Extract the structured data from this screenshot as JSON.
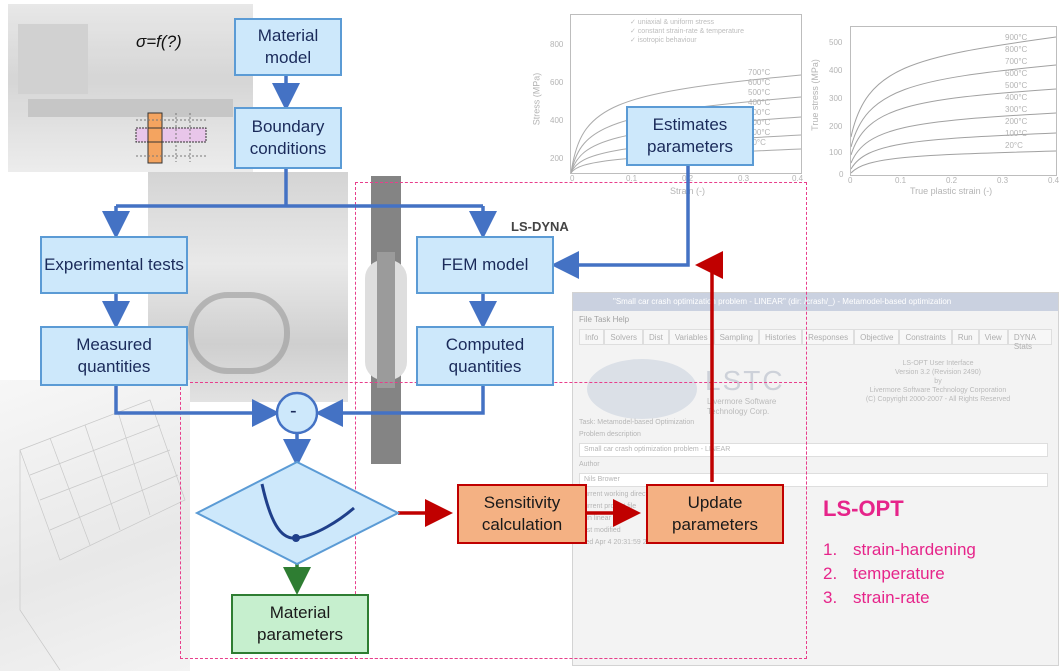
{
  "boxes": {
    "material_model": "Material model",
    "boundary_conditions": "Boundary conditions",
    "experimental_tests": "Experimental tests",
    "measured_quantities": "Measured quantities",
    "fem_model": "FEM model",
    "computed_quantities": "Computed quantities",
    "estimates_parameters": "Estimates parameters",
    "sensitivity_calculation": "Sensitivity calculation",
    "update_parameters": "Update parameters",
    "material_parameters": "Material parameters",
    "minus_node": "-"
  },
  "labels": {
    "sigma": "σ=f(?)",
    "ls_dyna": "LS-DYNA",
    "ls_opt": "LS-OPT"
  },
  "ls_opt_list": [
    {
      "num": "1.",
      "text": "strain-hardening"
    },
    {
      "num": "2.",
      "text": "temperature"
    },
    {
      "num": "3.",
      "text": "strain-rate"
    }
  ],
  "colors": {
    "blue_arrow": "#4472c4",
    "red_arrow": "#c00000",
    "green_arrow": "#2e7d32",
    "pink_accent": "#e6248a"
  },
  "background_graph_left": {
    "ylabel": "Stress (MPa)",
    "xlabel": "Strain (-)",
    "yticks": [
      "800",
      "600",
      "400",
      "200"
    ],
    "xticks": [
      "0",
      "0.1",
      "0.2",
      "0.3",
      "0.4"
    ],
    "legend": [
      "700°C",
      "600°C",
      "500°C",
      "400°C",
      "300°C",
      "200°C",
      "100°C",
      "20°C"
    ],
    "notes": [
      "✓ uniaxial & uniform stress",
      "✓ constant strain-rate & temperature",
      "✓ isotropic behaviour"
    ]
  },
  "background_graph_right": {
    "ylabel": "True stress (MPa)",
    "xlabel": "True plastic strain (-)",
    "yticks": [
      "500",
      "400",
      "300",
      "200",
      "100",
      "0"
    ],
    "xticks": [
      "0",
      "0.1",
      "0.2",
      "0.3",
      "0.4"
    ],
    "legend": [
      "900°C",
      "800°C",
      "700°C",
      "600°C",
      "500°C",
      "400°C",
      "300°C",
      "200°C",
      "100°C",
      "20°C"
    ]
  },
  "ls_opt_window": {
    "title": "\"Small car crash optimization problem - LINEAR\" (dir: /crash/_) - Metamodel-based optimization",
    "menu": "File  Task  Help",
    "tabs": [
      "Info",
      "Solvers",
      "Dist",
      "Variables",
      "Sampling",
      "Histories",
      "Responses",
      "Objective",
      "Constraints",
      "Run",
      "View",
      "DYNA Stats"
    ],
    "logo_text": "LSTC",
    "logo_sub1": "Livermore Software",
    "logo_sub2": "Technology Corp.",
    "version_lines": [
      "LS-OPT User Interface",
      "Version 3.2 (Revision 2490)",
      "by",
      "Livermore Software Technology Corporation",
      "(C) Copyright 2000-2007 - All Rights Reserved"
    ],
    "task": "Task: Metamodel-based Optimization",
    "problem_label": "Problem description",
    "problem_value": "Small car crash optimization problem - LINEAR",
    "author_label": "Author",
    "author_value": "Nils Brower",
    "lines": [
      "Current working directory",
      "Current project file",
      "Run linear",
      "Last modified",
      "Wed Apr  4 20:31:59 2007"
    ]
  }
}
